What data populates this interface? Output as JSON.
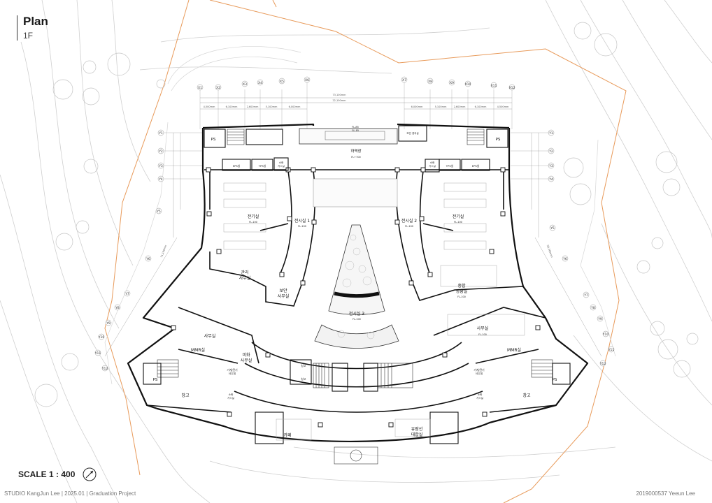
{
  "sheet": {
    "title": "Plan",
    "floor": "1F",
    "scale": "SCALE 1 : 400",
    "footer_left": "STUDIO KangJun Lee | 2025.01 | Graduation Project",
    "footer_right": "2019000537 Yeeun Lee"
  },
  "rooms": {
    "loading": "하역장",
    "loading_fl": "FL+700",
    "top_fl": "FL-85",
    "top_gl": "GL-85",
    "elec_left": "전기실",
    "elec_right": "전기실",
    "exhibit_1": "전시실 1",
    "exhibit_2": "전시실 2",
    "exhibit_3": "전시실 3",
    "mgmt_office_1": "관리",
    "mgmt_office_2": "사무실",
    "security_1": "보안",
    "security_2": "사무실",
    "control_1": "종합",
    "control_2": "상황실",
    "office_left": "사무실",
    "office_right": "사무실",
    "mmr_left": "MMR실",
    "mmr_right": "MMR실",
    "cowork_1": "미화",
    "cowork_2": "사무실",
    "storage_left": "창고",
    "storage_right": "창고",
    "ps_tl": "PS",
    "ps_tr": "PS",
    "ps_bl": "PS",
    "ps_br": "PS",
    "eps": "EPS실",
    "tps": "TPS실",
    "fire": "소화",
    "fire2": "가스실",
    "security_room": "보안 경곡실",
    "cafe": "카페",
    "lounge_1": "유람선",
    "lounge_2": "대합실",
    "small_storage": "창고",
    "mech_1": "기계/전기",
    "mech_2": "사무실",
    "fl_value": "FL-100",
    "fl_zero": "FL-100"
  },
  "grid": {
    "top": [
      "X1",
      "X2",
      "X3",
      "X4",
      "X5",
      "X6",
      "X7",
      "X8",
      "X9",
      "X10",
      "X11",
      "X12"
    ],
    "left": [
      "Y1",
      "Y2",
      "Y3",
      "Y4",
      "Y5",
      "Y6",
      "Y7",
      "Y8",
      "Y9",
      "Y10",
      "Y11",
      "Y12"
    ],
    "right": [
      "Y1",
      "Y2",
      "Y3",
      "Y4",
      "Y5",
      "Y6",
      "Y7",
      "Y8",
      "Y9",
      "Y10",
      "Y11",
      "Y12"
    ]
  },
  "dims": {
    "total_top": "73,100mm",
    "inner_top": "22,100mm",
    "segments_top": [
      "4,500mm",
      "6,100mm",
      "2,600mm",
      "5,100mm",
      "6,000mm",
      "6,000mm",
      "5,100mm",
      "2,600mm",
      "6,100mm",
      "4,500mm"
    ],
    "left_total": "71,100mm",
    "right_total": "58,300mm"
  },
  "colors": {
    "property_line": "#e89a5a",
    "wall": "#111111",
    "contour": "#c8c8c8",
    "tree": "#bdbdbd"
  }
}
